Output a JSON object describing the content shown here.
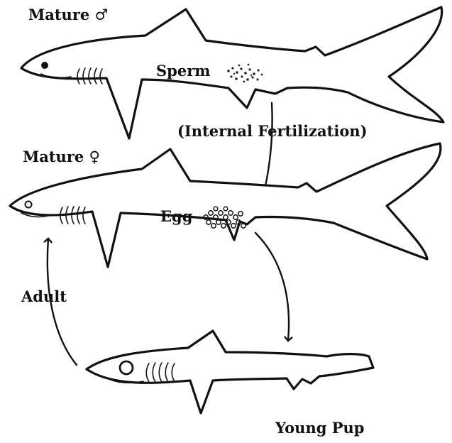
{
  "labels": {
    "mature_male": "Mature ♂",
    "mature_female": "Mature ♀",
    "sperm": "Sperm",
    "internal_fertilization": "(Internal Fertilization)",
    "egg": "Egg",
    "adult": "Adult",
    "young_pup": "Young Pup"
  },
  "colors": {
    "ink": "#111111",
    "background": "#ffffff"
  }
}
